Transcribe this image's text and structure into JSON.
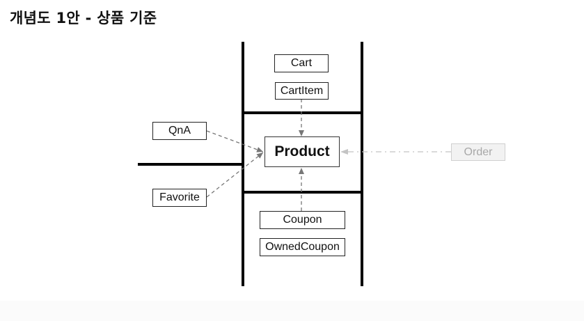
{
  "title": "개념도 1안 - 상품 기준",
  "colors": {
    "line": "#000000",
    "arrow": "#777777",
    "faded_arrow": "#c4c4c4",
    "faded_box_bg": "#f2f2f2",
    "faded_text": "#a8a8a8"
  },
  "entities": {
    "cart": "Cart",
    "cart_item": "CartItem",
    "qna": "QnA",
    "product": "Product",
    "favorite": "Favorite",
    "order": "Order",
    "coupon": "Coupon",
    "owned_coupon": "OwnedCoupon"
  },
  "relations": [
    {
      "from": "CartItem",
      "to": "Product",
      "style": "dashed"
    },
    {
      "from": "QnA",
      "to": "Product",
      "style": "dashed"
    },
    {
      "from": "Favorite",
      "to": "Product",
      "style": "dashed"
    },
    {
      "from": "Coupon",
      "to": "Product",
      "style": "dashed"
    },
    {
      "from": "Order",
      "to": "Product",
      "style": "dash-dot",
      "faded": true
    }
  ]
}
